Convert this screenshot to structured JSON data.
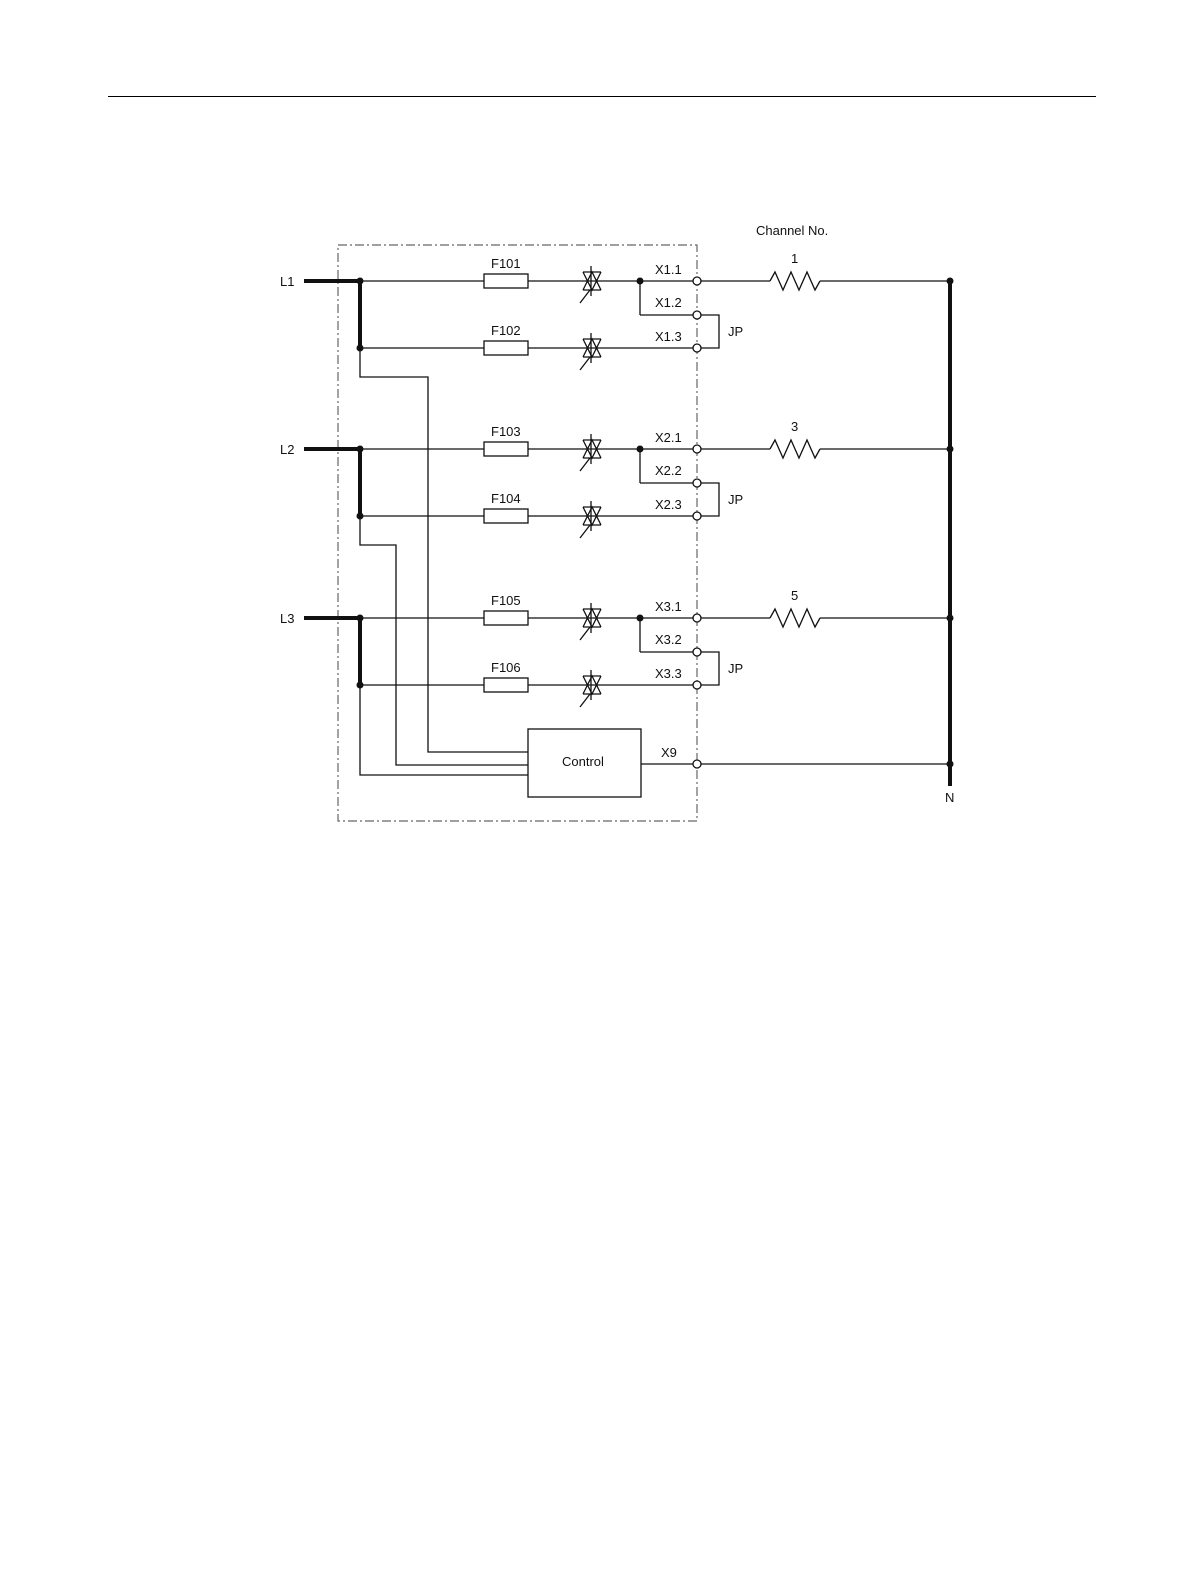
{
  "channel_header": "Channel No.",
  "phases": [
    "L1",
    "L2",
    "L3"
  ],
  "neutral": "N",
  "fuses": [
    "F101",
    "F102",
    "F103",
    "F104",
    "F105",
    "F106"
  ],
  "terminals": [
    "X1.1",
    "X1.2",
    "X1.3",
    "X2.1",
    "X2.2",
    "X2.3",
    "X3.1",
    "X3.2",
    "X3.3"
  ],
  "jumpers": [
    "JP",
    "JP",
    "JP"
  ],
  "channels": [
    "1",
    "3",
    "5"
  ],
  "control": {
    "label": "Control",
    "terminal": "X9"
  }
}
